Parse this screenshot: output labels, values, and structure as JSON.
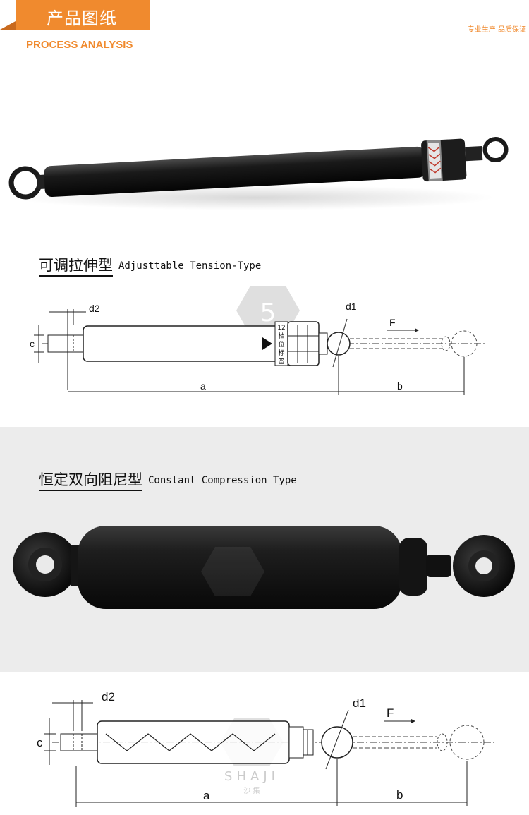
{
  "header": {
    "tab_title": "产品图纸",
    "right_tagline": "专业生产 品质保证",
    "subtitle": "PROCESS ANALYSIS"
  },
  "section1": {
    "title_cn": "可调拉伸型",
    "title_en": "Adjusttable Tension-Type",
    "drawing_labels": {
      "d2": "d2",
      "d1": "d1",
      "c": "c",
      "f": "F",
      "a": "a",
      "b": "b",
      "tag_text": [
        "12",
        "档",
        "位",
        "标",
        "签"
      ]
    }
  },
  "section2": {
    "title_cn": "恒定双向阻尼型",
    "title_en": "Constant Compression Type",
    "drawing_labels": {
      "d2": "d2",
      "d1": "d1",
      "c": "c",
      "f": "F",
      "a": "a",
      "b": "b"
    }
  },
  "watermark": {
    "text": "SHAJI",
    "sub": "沙 集"
  },
  "colors": {
    "accent": "#f08a2e",
    "band": "#ececec"
  }
}
